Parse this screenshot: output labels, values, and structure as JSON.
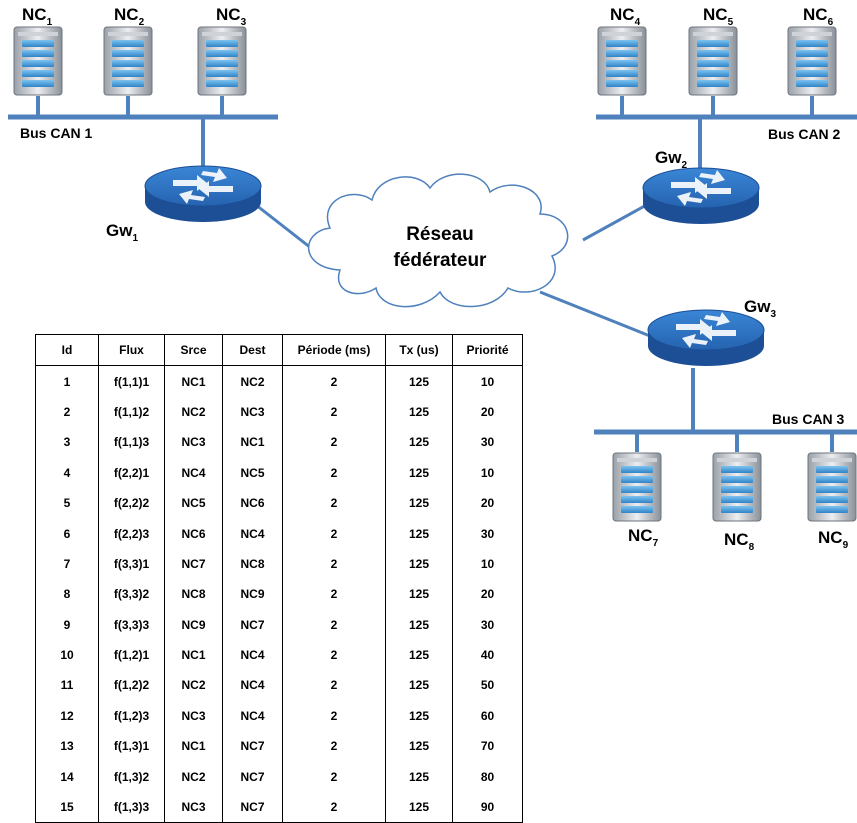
{
  "nodes": [
    {
      "id": "NC1",
      "base": "NC",
      "sub": "1"
    },
    {
      "id": "NC2",
      "base": "NC",
      "sub": "2"
    },
    {
      "id": "NC3",
      "base": "NC",
      "sub": "3"
    },
    {
      "id": "NC4",
      "base": "NC",
      "sub": "4"
    },
    {
      "id": "NC5",
      "base": "NC",
      "sub": "5"
    },
    {
      "id": "NC6",
      "base": "NC",
      "sub": "6"
    },
    {
      "id": "NC7",
      "base": "NC",
      "sub": "7"
    },
    {
      "id": "NC8",
      "base": "NC",
      "sub": "8"
    },
    {
      "id": "NC9",
      "base": "NC",
      "sub": "9"
    }
  ],
  "gateways": [
    {
      "id": "Gw1",
      "base": "Gw",
      "sub": "1"
    },
    {
      "id": "Gw2",
      "base": "Gw",
      "sub": "2"
    },
    {
      "id": "Gw3",
      "base": "Gw",
      "sub": "3"
    }
  ],
  "buses": [
    "Bus CAN 1",
    "Bus CAN 2",
    "Bus CAN 3"
  ],
  "backbone": {
    "line1": "Réseau",
    "line2": "fédérateur"
  },
  "colors": {
    "bus": "#4f81bd",
    "router": "#2f6fc0",
    "server_screen": "#4a9fdc"
  },
  "table": {
    "headers": [
      "Id",
      "Flux",
      "Srce",
      "Dest",
      "Période (ms)",
      "Tx (us)",
      "Priorité"
    ],
    "rows": [
      [
        "1",
        "f(1,1)1",
        "NC1",
        "NC2",
        "2",
        "125",
        "10"
      ],
      [
        "2",
        "f(1,1)2",
        "NC2",
        "NC3",
        "2",
        "125",
        "20"
      ],
      [
        "3",
        "f(1,1)3",
        "NC3",
        "NC1",
        "2",
        "125",
        "30"
      ],
      [
        "4",
        "f(2,2)1",
        "NC4",
        "NC5",
        "2",
        "125",
        "10"
      ],
      [
        "5",
        "f(2,2)2",
        "NC5",
        "NC6",
        "2",
        "125",
        "20"
      ],
      [
        "6",
        "f(2,2)3",
        "NC6",
        "NC4",
        "2",
        "125",
        "30"
      ],
      [
        "7",
        "f(3,3)1",
        "NC7",
        "NC8",
        "2",
        "125",
        "10"
      ],
      [
        "8",
        "f(3,3)2",
        "NC8",
        "NC9",
        "2",
        "125",
        "20"
      ],
      [
        "9",
        "f(3,3)3",
        "NC9",
        "NC7",
        "2",
        "125",
        "30"
      ],
      [
        "10",
        "f(1,2)1",
        "NC1",
        "NC4",
        "2",
        "125",
        "40"
      ],
      [
        "11",
        "f(1,2)2",
        "NC2",
        "NC4",
        "2",
        "125",
        "50"
      ],
      [
        "12",
        "f(1,2)3",
        "NC3",
        "NC4",
        "2",
        "125",
        "60"
      ],
      [
        "13",
        "f(1,3)1",
        "NC1",
        "NC7",
        "2",
        "125",
        "70"
      ],
      [
        "14",
        "f(1,3)2",
        "NC2",
        "NC7",
        "2",
        "125",
        "80"
      ],
      [
        "15",
        "f(1,3)3",
        "NC3",
        "NC7",
        "2",
        "125",
        "90"
      ]
    ]
  }
}
